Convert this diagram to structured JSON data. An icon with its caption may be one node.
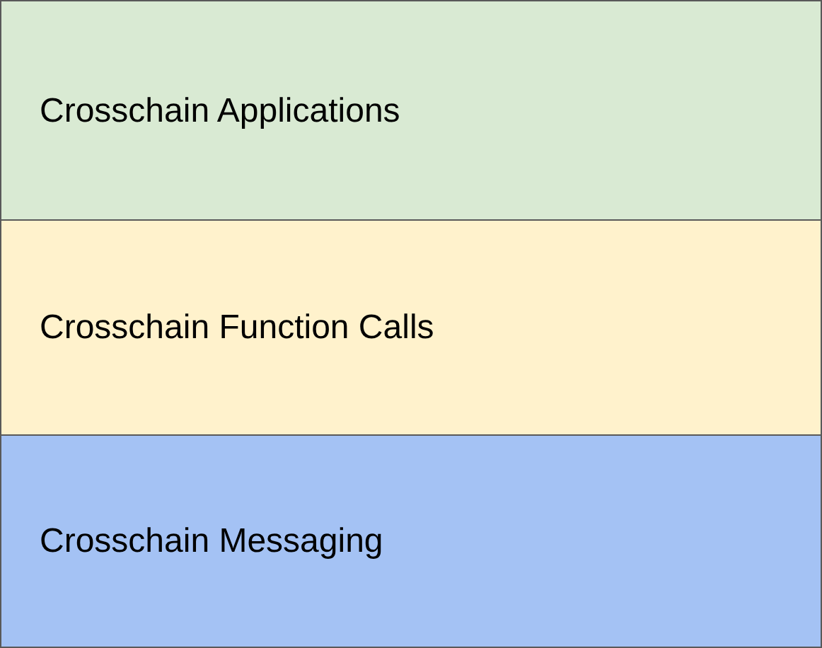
{
  "diagram": {
    "nodes": [
      {
        "text": [
          "Crosschain Applications"
        ]
      },
      {
        "text": [
          "Crosschain Function Calls"
        ]
      },
      {
        "text": [
          "Crosschain Messaging"
        ]
      }
    ]
  }
}
